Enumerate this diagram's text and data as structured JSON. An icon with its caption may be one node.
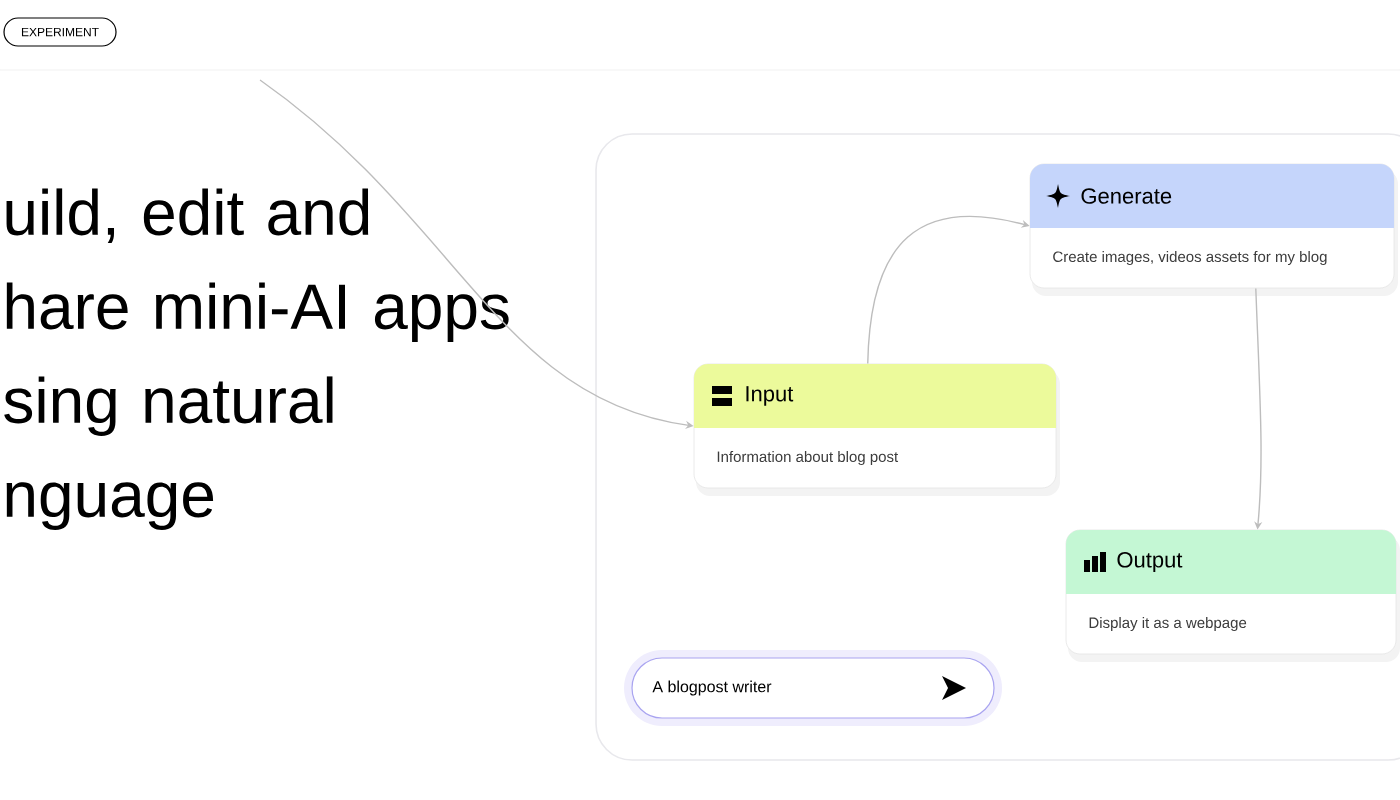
{
  "diagram": {
    "title": "uild, edit and hare mini-AI apps sing natural nguage",
    "nodes": [
      {
        "text": [
          "EXPERIMENT"
        ]
      },
      {
        "text": [],
        "shape": "box"
      },
      {
        "text": [
          "Generate",
          "Create images, videos assets for my blog"
        ],
        "in": 1
      },
      {
        "text": [
          "Input",
          "Information about blog post"
        ],
        "in": 1
      },
      {
        "text": [
          "Output",
          "Display it as a webpage"
        ],
        "in": 1
      },
      {
        "text": [
          "A blogpost writer"
        ],
        "in": 1
      }
    ],
    "edges": [
      {
        "from": null,
        "to": 3,
        "arrow": "to"
      },
      {
        "from": 3,
        "to": 2,
        "arrow": "to"
      },
      {
        "from": 2,
        "to": 4,
        "arrow": "to"
      }
    ]
  }
}
